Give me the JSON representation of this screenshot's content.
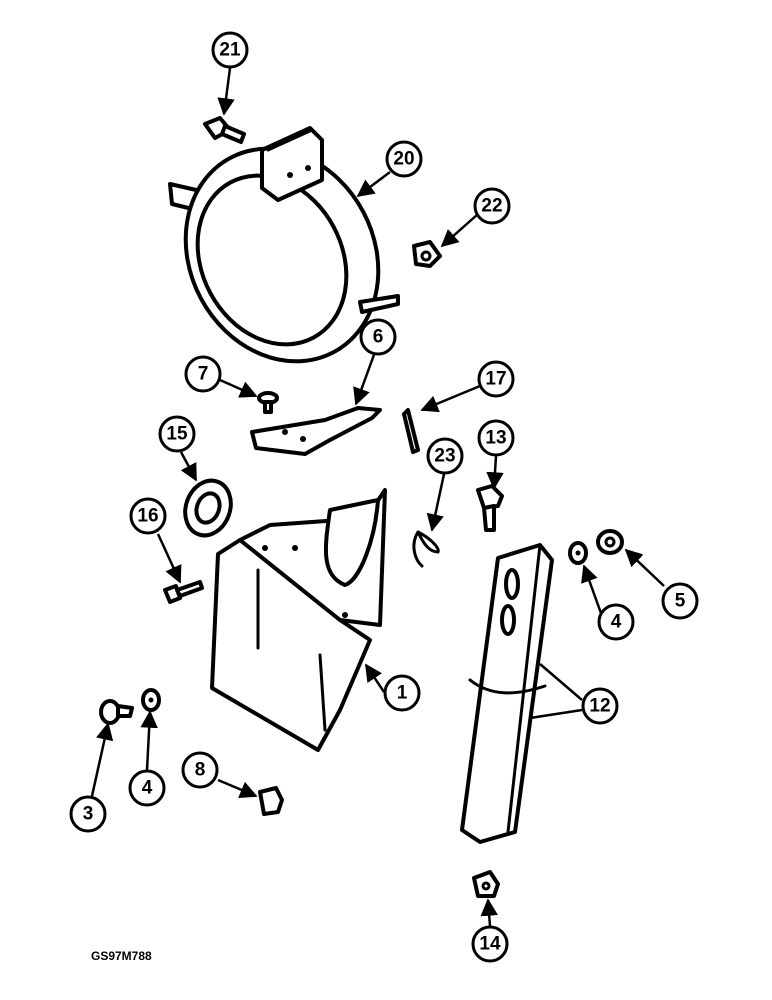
{
  "diagram_code": "GS97M788",
  "callouts": {
    "c1": "1",
    "c3": "3",
    "c4a": "4",
    "c4b": "4",
    "c5": "5",
    "c6": "6",
    "c7": "7",
    "c8": "8",
    "c12": "12",
    "c13": "13",
    "c14": "14",
    "c15": "15",
    "c16": "16",
    "c17": "17",
    "c20": "20",
    "c21": "21",
    "c22": "22",
    "c23": "23"
  }
}
